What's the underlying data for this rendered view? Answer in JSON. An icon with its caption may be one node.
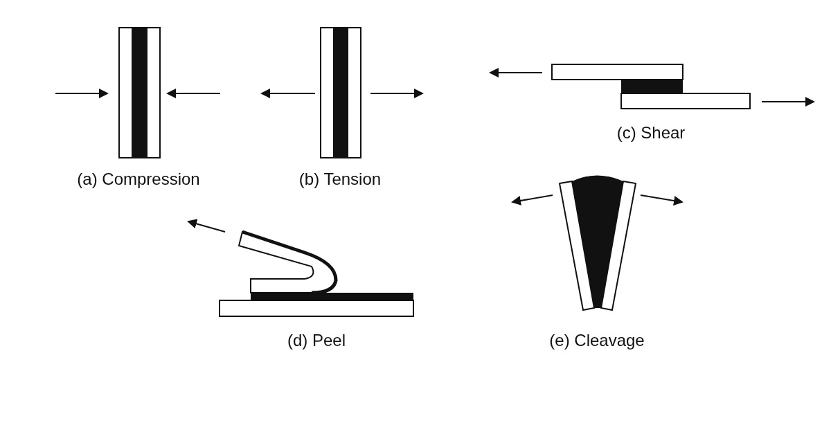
{
  "diagram": {
    "labels": [
      "(a) Compression",
      "(b) Tension",
      "(c) Shear",
      "(d) Peel",
      "(e) Cleavage"
    ]
  }
}
